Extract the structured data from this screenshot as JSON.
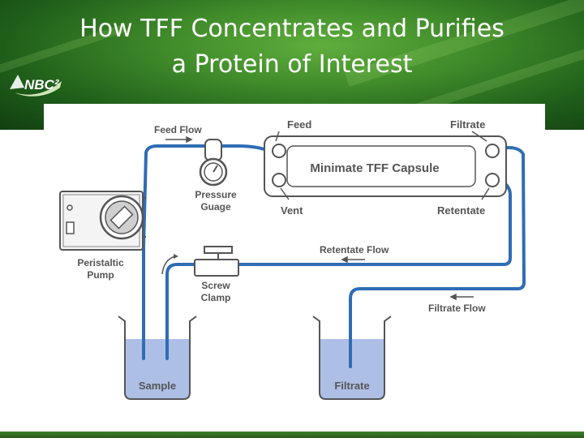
{
  "slide": {
    "title_line1": "How TFF Concentrates and Purifies",
    "title_line2": "a Protein of Interest",
    "logo_text": "NBC²"
  },
  "diagram": {
    "feed_flow": "Feed Flow",
    "feed": "Feed",
    "filtrate_top": "Filtrate",
    "capsule": "Minimate TFF Capsule",
    "pressure_gauge": "Pressure",
    "pressure_gauge_2": "Guage",
    "vent": "Vent",
    "retentate": "Retentate",
    "peristaltic_pump": "Peristaltic",
    "peristaltic_pump_2": "Pump",
    "retentate_flow": "Retentate Flow",
    "screw_clamp": "Screw",
    "screw_clamp_2": "Clamp",
    "filtrate_flow": "Filtrate Flow",
    "sample_beaker": "Sample",
    "filtrate_beaker": "Filtrate"
  },
  "colors": {
    "tubing": "#2f6db5",
    "liquid": "#aebfe6",
    "outline": "#555555",
    "label": "#555555",
    "header_green": "#3f8a2a"
  }
}
